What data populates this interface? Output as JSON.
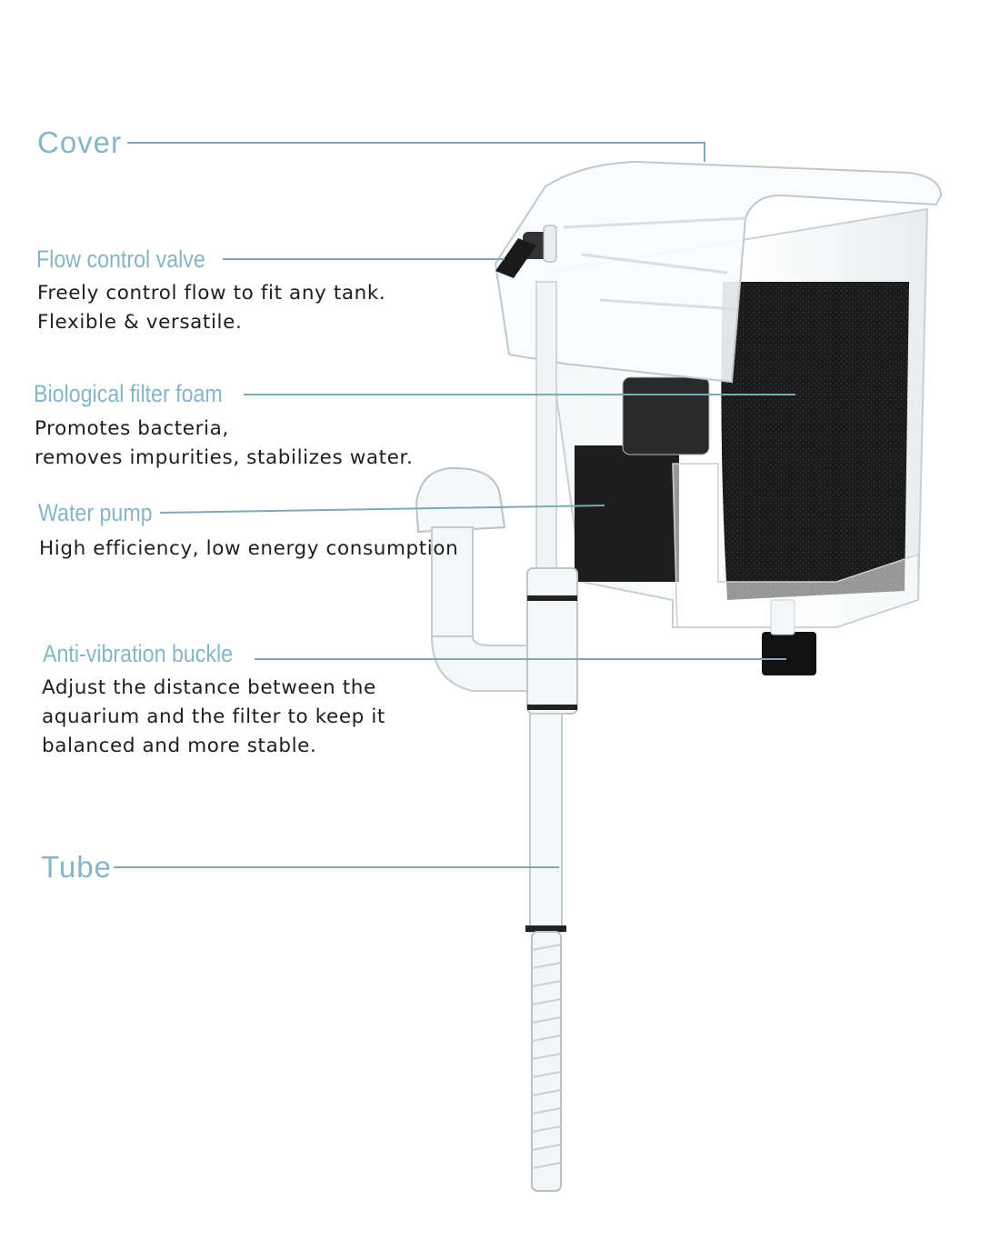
{
  "parts": {
    "cover": {
      "title": "Cover"
    },
    "valve": {
      "title": "Flow control valve",
      "desc": [
        "Freely control flow to fit any tank.",
        "Flexible & versatile."
      ]
    },
    "foam": {
      "title": "Biological filter foam",
      "desc": [
        "Promotes bacteria,",
        "removes impurities, stabilizes water."
      ]
    },
    "pump": {
      "title": "Water pump",
      "desc": [
        "High efficiency, low energy consumption"
      ]
    },
    "buckle": {
      "title": "Anti-vibration buckle",
      "desc": [
        "Adjust the distance between the",
        "aquarium and the filter to keep it",
        "balanced and more stable."
      ]
    },
    "tube": {
      "title": "Tube"
    }
  },
  "colors": {
    "accent": "#86b6c6",
    "leader_line": "#7fa9b8",
    "text": "#1e1e1e",
    "foam": "#1c1c1c"
  }
}
